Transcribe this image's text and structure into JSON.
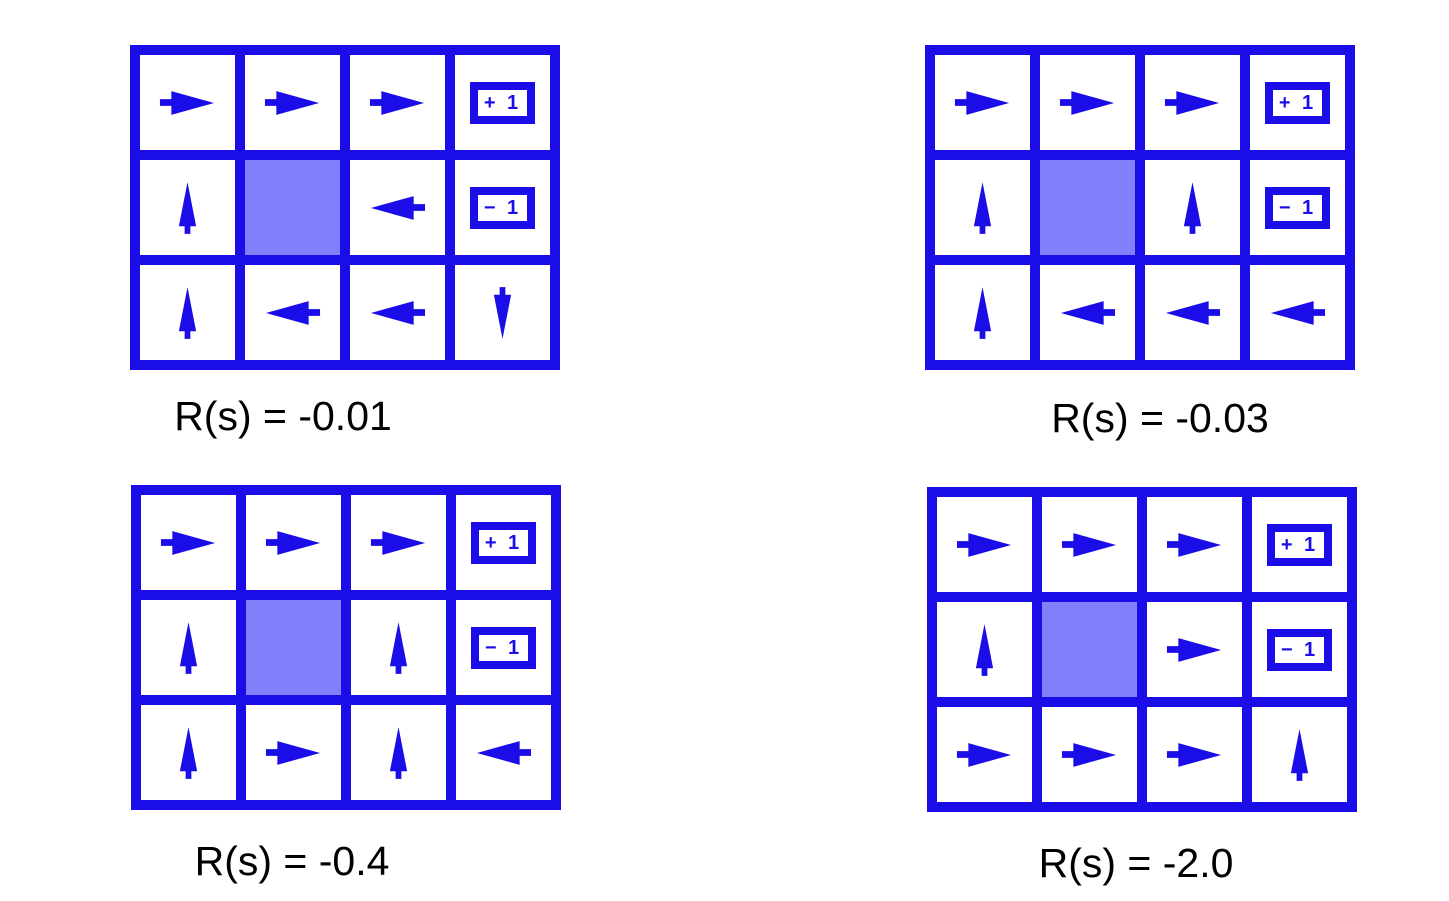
{
  "colors": {
    "blue": "#1a0de8",
    "wall": "#8080fa",
    "label_text": "#000000",
    "background": "#ffffff"
  },
  "terminals": {
    "plus": "+ 1",
    "minus": "− 1"
  },
  "grids": [
    {
      "label": "R(s) = -0.01",
      "rows": [
        [
          "right",
          "right",
          "right",
          "plus1"
        ],
        [
          "up",
          "wall",
          "left",
          "minus1"
        ],
        [
          "up",
          "left",
          "left",
          "down"
        ]
      ]
    },
    {
      "label": "R(s) = -0.03",
      "rows": [
        [
          "right",
          "right",
          "right",
          "plus1"
        ],
        [
          "up",
          "wall",
          "up",
          "minus1"
        ],
        [
          "up",
          "left",
          "left",
          "left"
        ]
      ]
    },
    {
      "label": "R(s) = -0.4",
      "rows": [
        [
          "right",
          "right",
          "right",
          "plus1"
        ],
        [
          "up",
          "wall",
          "up",
          "minus1"
        ],
        [
          "up",
          "right",
          "up",
          "left"
        ]
      ]
    },
    {
      "label": "R(s) = -2.0",
      "rows": [
        [
          "right",
          "right",
          "right",
          "plus1"
        ],
        [
          "up",
          "wall",
          "right",
          "minus1"
        ],
        [
          "right",
          "right",
          "right",
          "up"
        ]
      ]
    }
  ]
}
